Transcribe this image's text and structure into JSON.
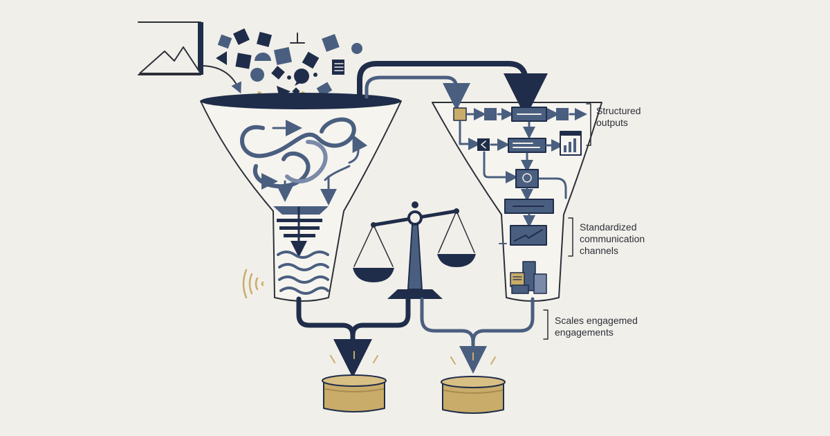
{
  "labels": {
    "structured": [
      "Structured",
      "outputs"
    ],
    "standardized": [
      "Standardized",
      "communication",
      "channels"
    ],
    "scales": [
      "Scales engagemed",
      "engagements"
    ]
  },
  "colors": {
    "background": "#f1efe9",
    "navy": "#1f2d4a",
    "slate": "#4a5f80",
    "light": "#7a8aa8",
    "gold": "#c9ac6a",
    "line": "#2b2f38"
  },
  "icons": [
    "image-frame-icon",
    "scattered-shapes",
    "funnel-left",
    "funnel-right",
    "tangled-arrows-icon",
    "filter-bars-icon",
    "wave-lines-icon",
    "wireless-signal-icon",
    "balance-scale-icon",
    "flowchart-nodes",
    "bar-chart-icon",
    "document-stack-icon",
    "gold-box-left",
    "gold-box-right"
  ]
}
